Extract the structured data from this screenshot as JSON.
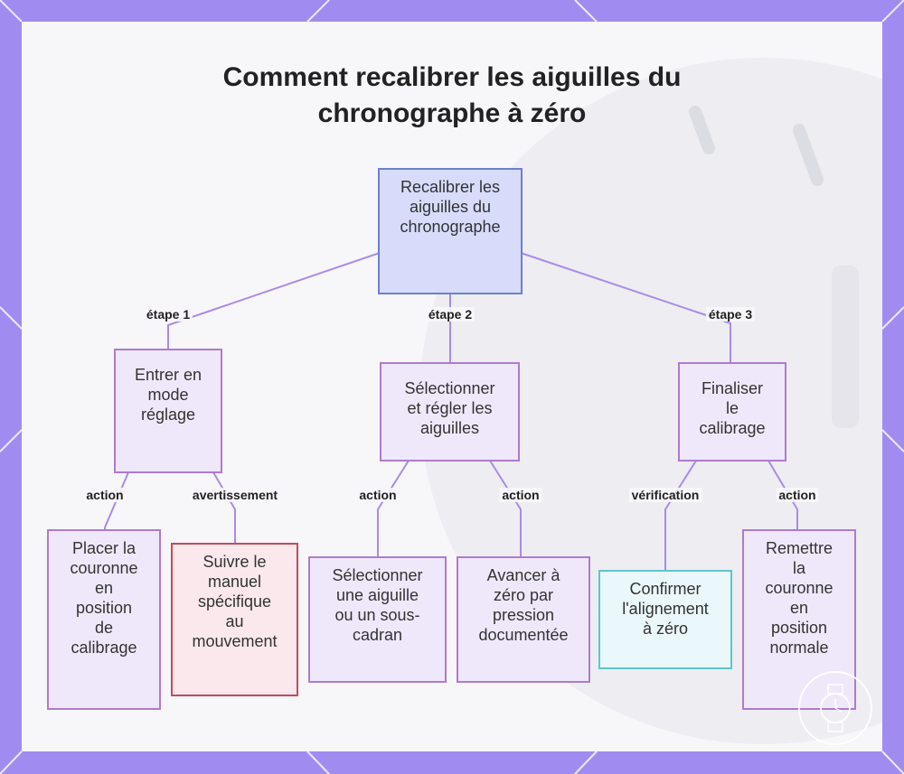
{
  "title_lines": [
    "Comment recalibrer les aiguilles du",
    "chronographe à zéro"
  ],
  "root": [
    "Recalibrer les",
    "aiguilles du",
    "chronographe"
  ],
  "steps": [
    {
      "edge_label": "étape 1",
      "lines": [
        "Entrer en",
        "mode",
        "réglage"
      ]
    },
    {
      "edge_label": "étape 2",
      "lines": [
        "Sélectionner",
        "et régler les",
        "aiguilles"
      ]
    },
    {
      "edge_label": "étape 3",
      "lines": [
        "Finaliser",
        "le",
        "calibrage"
      ]
    }
  ],
  "leaves": [
    {
      "edge_label": "action",
      "lines": [
        "Placer la",
        "couronne",
        "en",
        "position",
        "de",
        "calibrage"
      ]
    },
    {
      "edge_label": "avertissement",
      "lines": [
        "Suivre le",
        "manuel",
        "spécifique",
        "au",
        "mouvement"
      ]
    },
    {
      "edge_label": "action",
      "lines": [
        "Sélectionner",
        "une aiguille",
        "ou un sous-",
        "cadran"
      ]
    },
    {
      "edge_label": "action",
      "lines": [
        "Avancer à",
        "zéro par",
        "pression",
        "documentée"
      ]
    },
    {
      "edge_label": "vérification",
      "lines": [
        "Confirmer",
        "l'alignement",
        "à zéro"
      ]
    },
    {
      "edge_label": "action",
      "lines": [
        "Remettre",
        "la",
        "couronne",
        "en",
        "position",
        "normale"
      ]
    }
  ],
  "colors": {
    "frame": "#a08cf0",
    "edge": "#a98be8",
    "root_fill": "#d7dcfb",
    "step_fill": "#efe8fb",
    "warn_border": "#c44a5c",
    "check_border": "#5cc7cc"
  }
}
